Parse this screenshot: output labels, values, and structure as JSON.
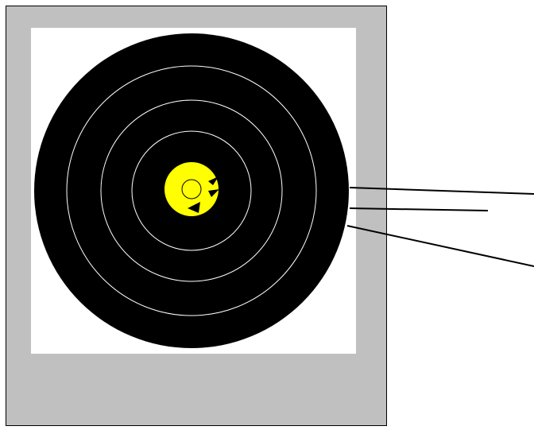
{
  "colors": {
    "backing_board": "#c0c0c0",
    "board_outline": "#000000",
    "face_paper": "#ffffff",
    "rings": "#000000",
    "ring_lines": "#ffffff",
    "center": "#ffff00",
    "leader_lines": "#000000"
  },
  "target": {
    "ring_count": 5,
    "inner_ring_color": "yellow",
    "has_center_mark": true
  },
  "leader_line_count": 3
}
